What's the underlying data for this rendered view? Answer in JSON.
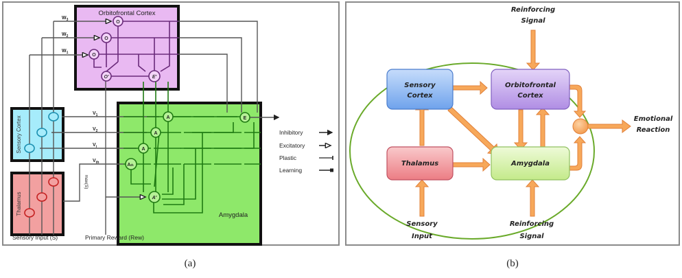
{
  "panel_a": {
    "regions": {
      "orbitofrontal": "Orbitofrontal Cortex",
      "sensory_cortex": "Sensory Cortex",
      "thalamus": "Thalamus",
      "amygdala": "Amygdala"
    },
    "weights_w": [
      "W",
      "W",
      "W"
    ],
    "weights_w_sub": [
      "3",
      "2",
      "1"
    ],
    "weights_v": [
      "V",
      "V",
      "V",
      "V"
    ],
    "weights_v_sub": [
      "1",
      "2",
      "i",
      "th"
    ],
    "nodes": {
      "o": "O",
      "o_prime": "O'",
      "e_prime": "E'",
      "a": "A",
      "a_th": "A",
      "a_th_sub": "th",
      "a_prime": "A'",
      "e": "E"
    },
    "max_label": "max(S)",
    "inputs": {
      "sensory": "Sensory Input (S)",
      "reward": "Primary Reward (Rew)"
    },
    "legend": [
      {
        "label": "Inhibitory",
        "marker": "filled-arrow"
      },
      {
        "label": "Excitatory",
        "marker": "open-arrow"
      },
      {
        "label": "Plastic",
        "marker": "bar"
      },
      {
        "label": "Learning",
        "marker": "filled-bar"
      }
    ],
    "colors": {
      "orbitofrontal": "#e9b9f2",
      "orbitofrontal_line": "#6a2a7a",
      "sensory": "#a6ecfb",
      "sensory_line": "#1a8fb0",
      "thalamus": "#f2a0a0",
      "thalamus_line": "#c42020",
      "amygdala": "#8ee86a",
      "amygdala_line": "#1f7a12"
    },
    "caption": "(a)"
  },
  "panel_b": {
    "nodes": {
      "sensory_cortex": [
        "Sensory",
        "Cortex"
      ],
      "orbitofrontal": [
        "Orbitofrontal",
        "Cortex"
      ],
      "thalamus": [
        "Thalamus"
      ],
      "amygdala": [
        "Amygdala"
      ]
    },
    "labels": {
      "reinforcing_top": [
        "Reinforcing",
        "Signal"
      ],
      "reinforcing_bottom": [
        "Reinforcing",
        "Signal"
      ],
      "sensory_input": [
        "Sensory",
        "Input"
      ],
      "emotional_reaction": [
        "Emotional",
        "Reaction"
      ]
    },
    "colors": {
      "arrow": "#f7a85a",
      "arrow_edge": "#e0803a",
      "ellipse": "#6aaa2a",
      "sensory_cortex": "#8fb8f5",
      "orbitofrontal": "#c9a8ee",
      "thalamus": "#f29a9e",
      "amygdala": "#d6f2a8"
    },
    "caption": "(b)"
  }
}
